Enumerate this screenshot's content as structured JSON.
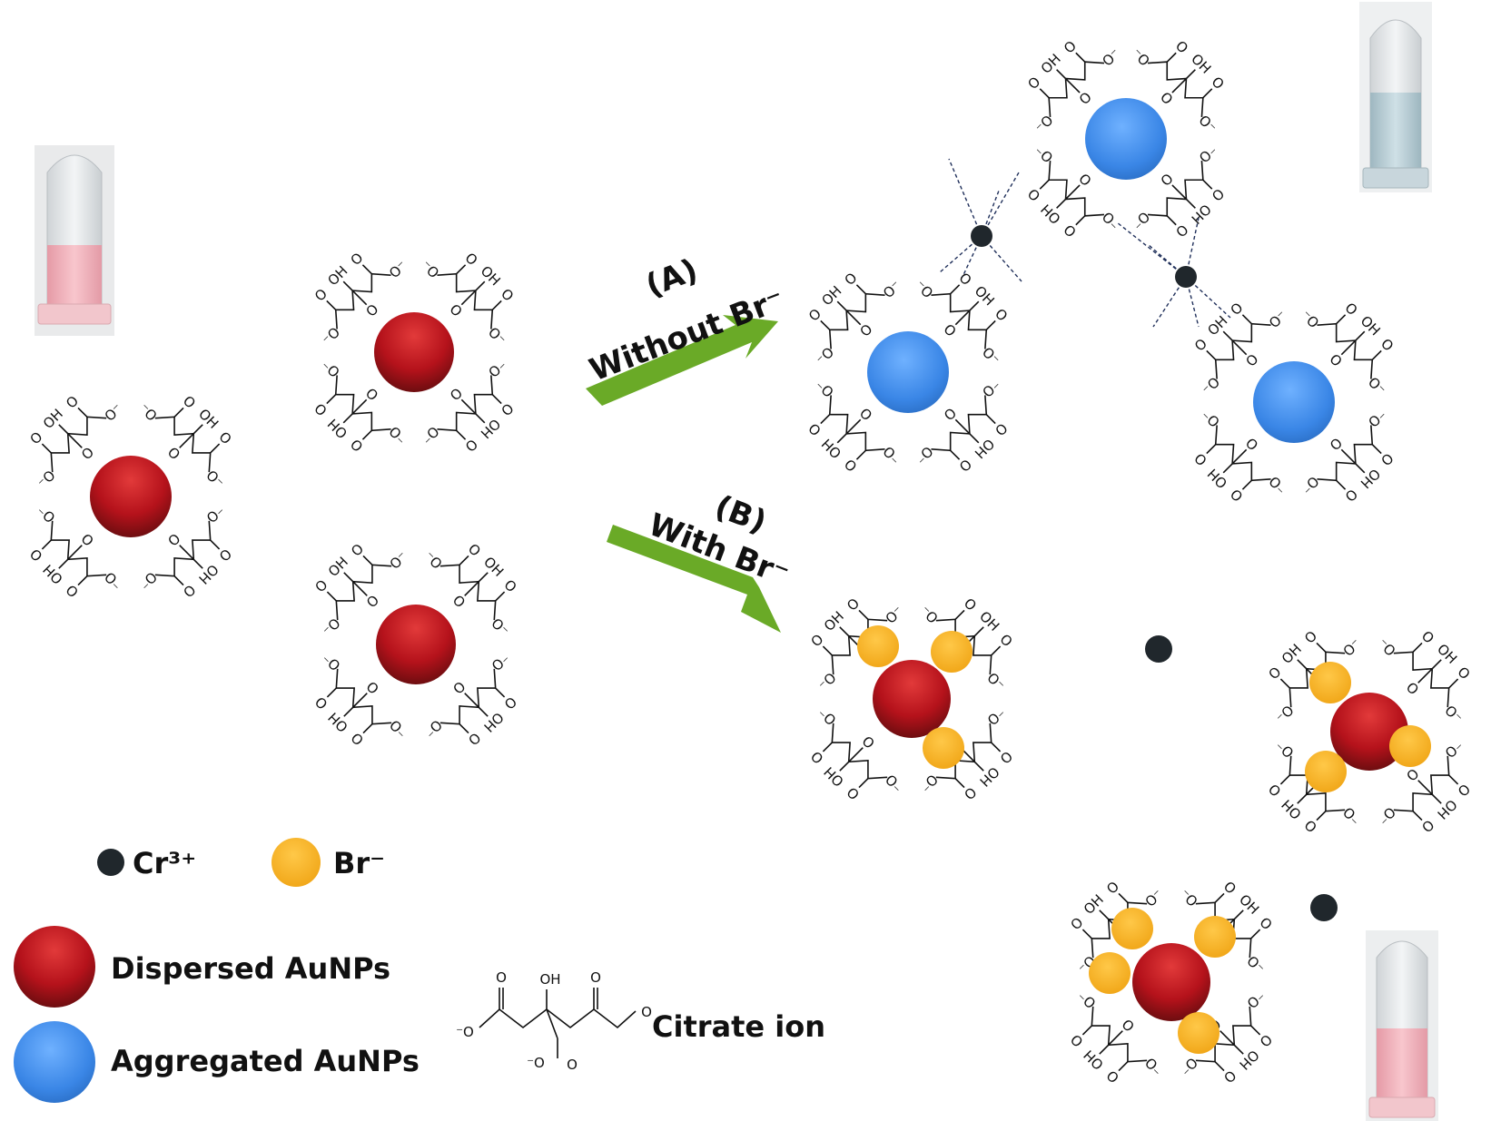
{
  "title": "",
  "arrows": {
    "a_label": "(A)",
    "a_text": "Without Br⁻",
    "b_label": "(B)",
    "b_text": "With Br⁻"
  },
  "legend": {
    "cr_label": "Cr³⁺",
    "br_label": "Br⁻",
    "dispersed_label": "Dispersed AuNPs",
    "aggregated_label": "Aggregated AuNPs",
    "citrate_label": "Citrate ion"
  },
  "chem_labels": {
    "oh": "OH",
    "ho": "HO",
    "o": "O",
    "o_minus": "⁻O",
    "o_minus_right": "O⁻"
  },
  "colors": {
    "dispersed": "#b5121b",
    "aggregated": "#3a86e6",
    "cr_ion": "#20272c",
    "br_ion": "#f2ae1e",
    "arrow": "#6aaa27",
    "tube_pink": "#f4b7c0",
    "tube_blue": "#bcd2da"
  },
  "icons": [
    "test-tube-pink-icon",
    "test-tube-blue-icon"
  ]
}
